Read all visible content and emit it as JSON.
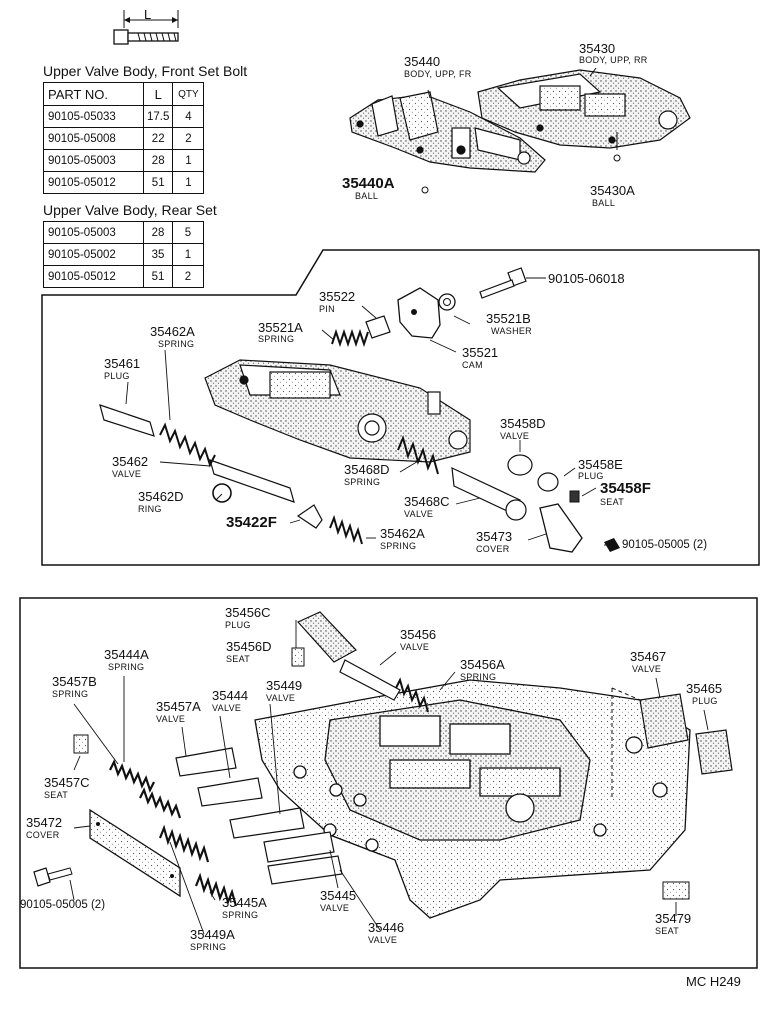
{
  "bolt_icon": {
    "name": "bolt-icon",
    "dim_label": "L"
  },
  "front_table": {
    "title": "Upper Valve Body, Front Set Bolt",
    "headers": [
      "PART  NO.",
      "L",
      "QTY"
    ],
    "rows": [
      [
        "90105-05033",
        "17.5",
        "4"
      ],
      [
        "90105-05008",
        "22",
        "2"
      ],
      [
        "90105-05003",
        "28",
        "1"
      ],
      [
        "90105-05012",
        "51",
        "1"
      ]
    ]
  },
  "rear_table": {
    "title": "Upper Valve Body, Rear Set",
    "rows": [
      [
        "90105-05003",
        "28",
        "5"
      ],
      [
        "90105-05002",
        "35",
        "1"
      ],
      [
        "90105-05012",
        "51",
        "2"
      ]
    ]
  },
  "labels": [
    {
      "id": "35440",
      "num": "35440",
      "desc": "BODY, UPP, FR"
    },
    {
      "id": "35430",
      "num": "35430",
      "desc": "BODY, UPP, RR"
    },
    {
      "id": "35440a",
      "num": "35440A",
      "desc": "BALL"
    },
    {
      "id": "35430a",
      "num": "35430A",
      "desc": "BALL"
    },
    {
      "id": "bolt06018",
      "num": "90105-06018",
      "desc": ""
    },
    {
      "id": "35522",
      "num": "35522",
      "desc": "PIN"
    },
    {
      "id": "35521a",
      "num": "35521A",
      "desc": "SPRING"
    },
    {
      "id": "35521b",
      "num": "35521B",
      "desc": "WASHER"
    },
    {
      "id": "35521",
      "num": "35521",
      "desc": "CAM"
    },
    {
      "id": "35462a_top",
      "num": "35462A",
      "desc": "SPRING"
    },
    {
      "id": "35461",
      "num": "35461",
      "desc": "PLUG"
    },
    {
      "id": "35462",
      "num": "35462",
      "desc": "VALVE"
    },
    {
      "id": "35462d",
      "num": "35462D",
      "desc": "RING"
    },
    {
      "id": "35422f",
      "num": "35422F",
      "desc": ""
    },
    {
      "id": "35462a_bot",
      "num": "35462A",
      "desc": "SPRING"
    },
    {
      "id": "35468d",
      "num": "35468D",
      "desc": "SPRING"
    },
    {
      "id": "35468c",
      "num": "35468C",
      "desc": "VALVE"
    },
    {
      "id": "35458d",
      "num": "35458D",
      "desc": "VALVE"
    },
    {
      "id": "35458e",
      "num": "35458E",
      "desc": "PLUG"
    },
    {
      "id": "35458f",
      "num": "35458F",
      "desc": "SEAT"
    },
    {
      "id": "35473",
      "num": "35473",
      "desc": "COVER"
    },
    {
      "id": "bolt05005_mid",
      "num": "90105-05005 (2)",
      "desc": ""
    },
    {
      "id": "35456c",
      "num": "35456C",
      "desc": "PLUG"
    },
    {
      "id": "35456d",
      "num": "35456D",
      "desc": "SEAT"
    },
    {
      "id": "35456",
      "num": "35456",
      "desc": "VALVE"
    },
    {
      "id": "35456a",
      "num": "35456A",
      "desc": "SPRING"
    },
    {
      "id": "35444a",
      "num": "35444A",
      "desc": "SPRING"
    },
    {
      "id": "35457b",
      "num": "35457B",
      "desc": "SPRING"
    },
    {
      "id": "35449",
      "num": "35449",
      "desc": "VALVE"
    },
    {
      "id": "35444",
      "num": "35444",
      "desc": "VALVE"
    },
    {
      "id": "35457a",
      "num": "35457A",
      "desc": "VALVE"
    },
    {
      "id": "35467",
      "num": "35467",
      "desc": "VALVE"
    },
    {
      "id": "35465",
      "num": "35465",
      "desc": "PLUG"
    },
    {
      "id": "35457c",
      "num": "35457C",
      "desc": "SEAT"
    },
    {
      "id": "35472",
      "num": "35472",
      "desc": "COVER"
    },
    {
      "id": "bolt05005_low",
      "num": "90105-05005 (2)",
      "desc": ""
    },
    {
      "id": "35445a",
      "num": "35445A",
      "desc": "SPRING"
    },
    {
      "id": "35449a",
      "num": "35449A",
      "desc": "SPRING"
    },
    {
      "id": "35445",
      "num": "35445",
      "desc": "VALVE"
    },
    {
      "id": "35446",
      "num": "35446",
      "desc": "VALVE"
    },
    {
      "id": "35479",
      "num": "35479",
      "desc": "SEAT"
    }
  ],
  "footer": "MC  H249"
}
